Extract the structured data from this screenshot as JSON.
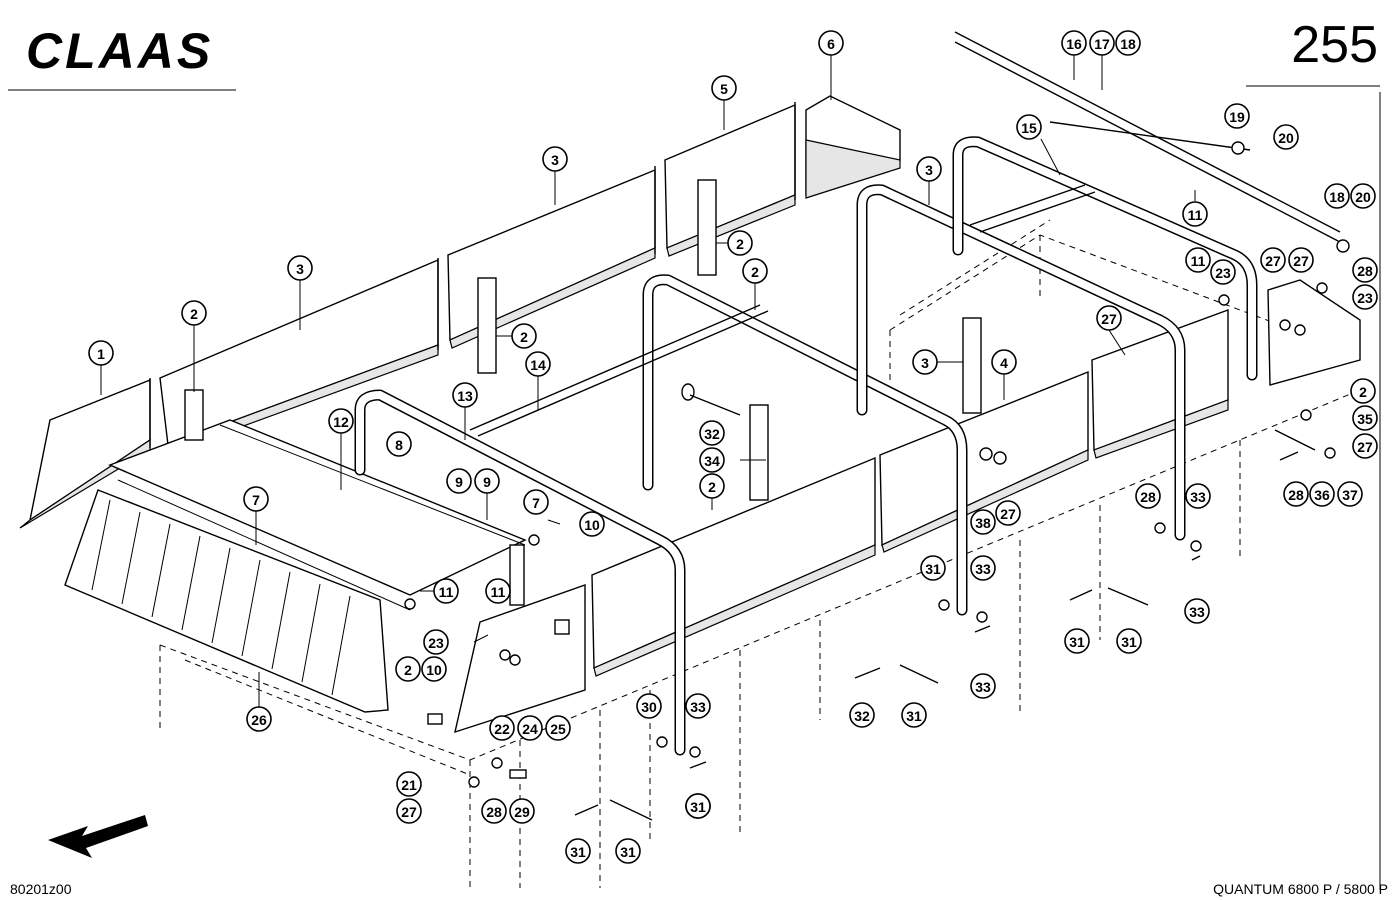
{
  "header": {
    "brand": "CLAAS",
    "page_number": "255"
  },
  "footer": {
    "drawing_code": "80201z00",
    "model": "QUANTUM 6800 P / 5800 P"
  },
  "callouts": [
    {
      "label": "1"
    },
    {
      "label": "2"
    },
    {
      "label": "3"
    },
    {
      "label": "3"
    },
    {
      "label": "2"
    },
    {
      "label": "2"
    },
    {
      "label": "5"
    },
    {
      "label": "6"
    },
    {
      "label": "2"
    },
    {
      "label": "14"
    },
    {
      "label": "13"
    },
    {
      "label": "12"
    },
    {
      "label": "8"
    },
    {
      "label": "9"
    },
    {
      "label": "9"
    },
    {
      "label": "7"
    },
    {
      "label": "7"
    },
    {
      "label": "10"
    },
    {
      "label": "11"
    },
    {
      "label": "11"
    },
    {
      "label": "2"
    },
    {
      "label": "10"
    },
    {
      "label": "23"
    },
    {
      "label": "22"
    },
    {
      "label": "24"
    },
    {
      "label": "25"
    },
    {
      "label": "26"
    },
    {
      "label": "21"
    },
    {
      "label": "27"
    },
    {
      "label": "28"
    },
    {
      "label": "29"
    },
    {
      "label": "30"
    },
    {
      "label": "33"
    },
    {
      "label": "33"
    },
    {
      "label": "31"
    },
    {
      "label": "31"
    },
    {
      "label": "32"
    },
    {
      "label": "34"
    },
    {
      "label": "2"
    },
    {
      "label": "3"
    },
    {
      "label": "15"
    },
    {
      "label": "16"
    },
    {
      "label": "17"
    },
    {
      "label": "18"
    },
    {
      "label": "19"
    },
    {
      "label": "20"
    },
    {
      "label": "11"
    },
    {
      "label": "18"
    },
    {
      "label": "20"
    },
    {
      "label": "11"
    },
    {
      "label": "23"
    },
    {
      "label": "27"
    },
    {
      "label": "27"
    },
    {
      "label": "28"
    },
    {
      "label": "23"
    },
    {
      "label": "27"
    },
    {
      "label": "4"
    },
    {
      "label": "3"
    },
    {
      "label": "2"
    },
    {
      "label": "35"
    },
    {
      "label": "27"
    },
    {
      "label": "28"
    },
    {
      "label": "36"
    },
    {
      "label": "37"
    },
    {
      "label": "38"
    },
    {
      "label": "27"
    },
    {
      "label": "28"
    },
    {
      "label": "33"
    },
    {
      "label": "33"
    },
    {
      "label": "31"
    },
    {
      "label": "31"
    },
    {
      "label": "32"
    },
    {
      "label": "31"
    },
    {
      "label": "33"
    },
    {
      "label": "33"
    },
    {
      "label": "31"
    },
    {
      "label": "32"
    },
    {
      "label": "31"
    }
  ]
}
